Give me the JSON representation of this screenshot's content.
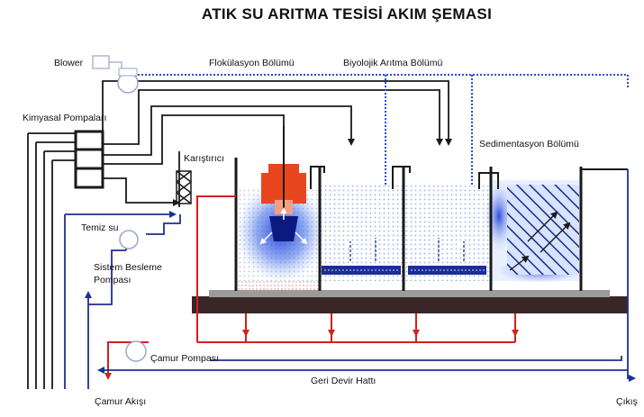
{
  "diagram": {
    "title": "ATIK SU ARITMA TESİSİ AKIM ŞEMASI",
    "labels": {
      "blower": "Blower",
      "flokulasyon": "Flokülasyon Bölümü",
      "biyolojik": "Biyolojik Arıtma Bölümü",
      "kimyasal": "Kimyasal Pompaları",
      "karistirici": "Karıştırıcı",
      "sedimentasyon": "Sedimentasyon Bölümü",
      "temiz_su": "Temiz su",
      "sistem_besleme_1": "Sistem Besleme",
      "sistem_besleme_2": "Pompası",
      "camur_pompasi": "Çamur Pompası",
      "geri_devir": "Geri Devir Hattı",
      "camur_akisi": "Çamur Akışı",
      "cikis": "Çıkış"
    },
    "colors": {
      "black_line": "#1a1a1a",
      "blue_line": "#1f2f8f",
      "air_line": "#2a4cd8",
      "red_line": "#d42020",
      "water_dots": "#a9c2ea",
      "base": "#3a2626"
    }
  }
}
